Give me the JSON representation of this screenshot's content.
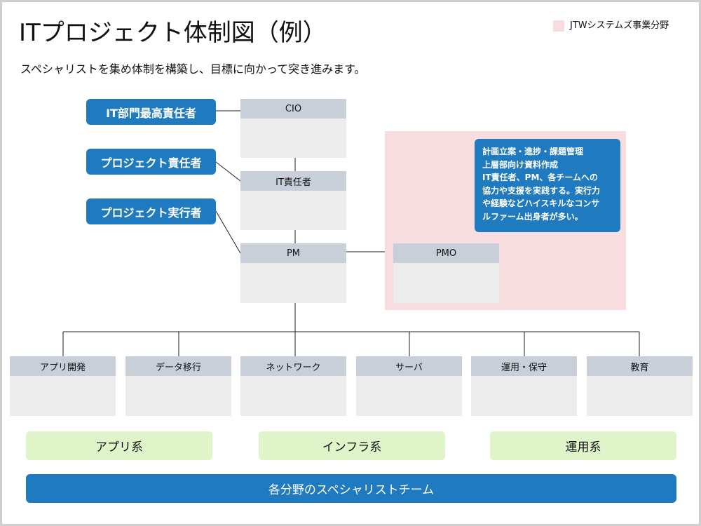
{
  "header": {
    "title": "ITプロジェクト体制図（例）",
    "subtitle": "スペシャリストを集め体制を構築し、目標に向かって突き進みます。",
    "legend_label": "JTWシステムズ事業分野"
  },
  "roles": {
    "cio_role": "IT部門最高責任者",
    "project_owner": "プロジェクト責任者",
    "project_executor": "プロジェクト実行者"
  },
  "org": {
    "cio": "CIO",
    "it_manager": "IT責任者",
    "pm": "PM",
    "pmo": "PMO"
  },
  "pmo_note": "計画立案・進捗・課題管理\n上層部向け資料作成\nIT責任者、PM、各チームへの\n協力や支援を実践する。実行力\nや経験などハイスキルなコンサ\nルファーム出身者が多い。",
  "teams": [
    "アプリ開発",
    "データ移行",
    "ネットワーク",
    "サーバ",
    "運用・保守",
    "教育"
  ],
  "groups": [
    "アプリ系",
    "インフラ系",
    "運用系"
  ],
  "banner": "各分野のスペシャリストチーム",
  "colors": {
    "role_blue": "#1f7ac0",
    "header_gray": "#c9cfd9",
    "box_gray": "#ececec",
    "pmo_pink": "#f8dde0",
    "group_green": "#dff5c9"
  }
}
